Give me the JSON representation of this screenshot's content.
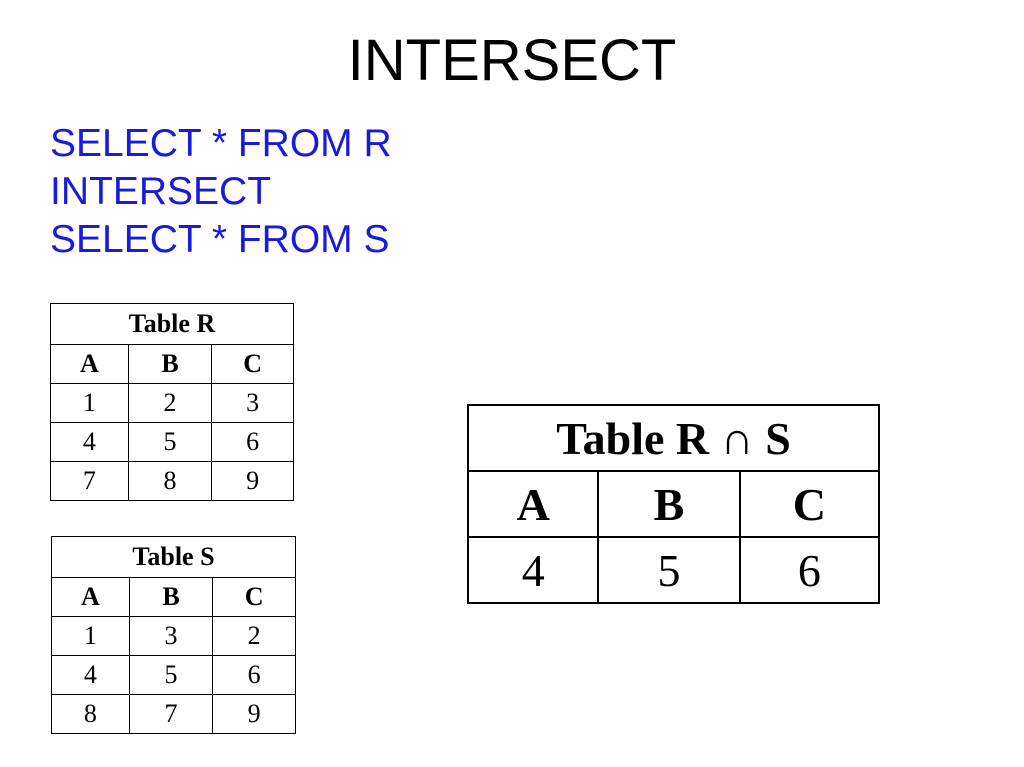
{
  "slide": {
    "title": "INTERSECT",
    "sql_color": "#1a1adb",
    "sql_lines": [
      "SELECT * FROM R",
      "INTERSECT",
      "SELECT * FROM S"
    ]
  },
  "table_r": {
    "caption": "Table R",
    "columns": [
      "A",
      "B",
      "C"
    ],
    "rows": [
      [
        "1",
        "2",
        "3"
      ],
      [
        "4",
        "5",
        "6"
      ],
      [
        "7",
        "8",
        "9"
      ]
    ]
  },
  "table_s": {
    "caption": "Table S",
    "columns": [
      "A",
      "B",
      "C"
    ],
    "rows": [
      [
        "1",
        "3",
        "2"
      ],
      [
        "4",
        "5",
        "6"
      ],
      [
        "8",
        "7",
        "9"
      ]
    ]
  },
  "table_rs": {
    "caption": "Table R ∩ S",
    "columns": [
      "A",
      "B",
      "C"
    ],
    "rows": [
      [
        "4",
        "5",
        "6"
      ]
    ]
  }
}
